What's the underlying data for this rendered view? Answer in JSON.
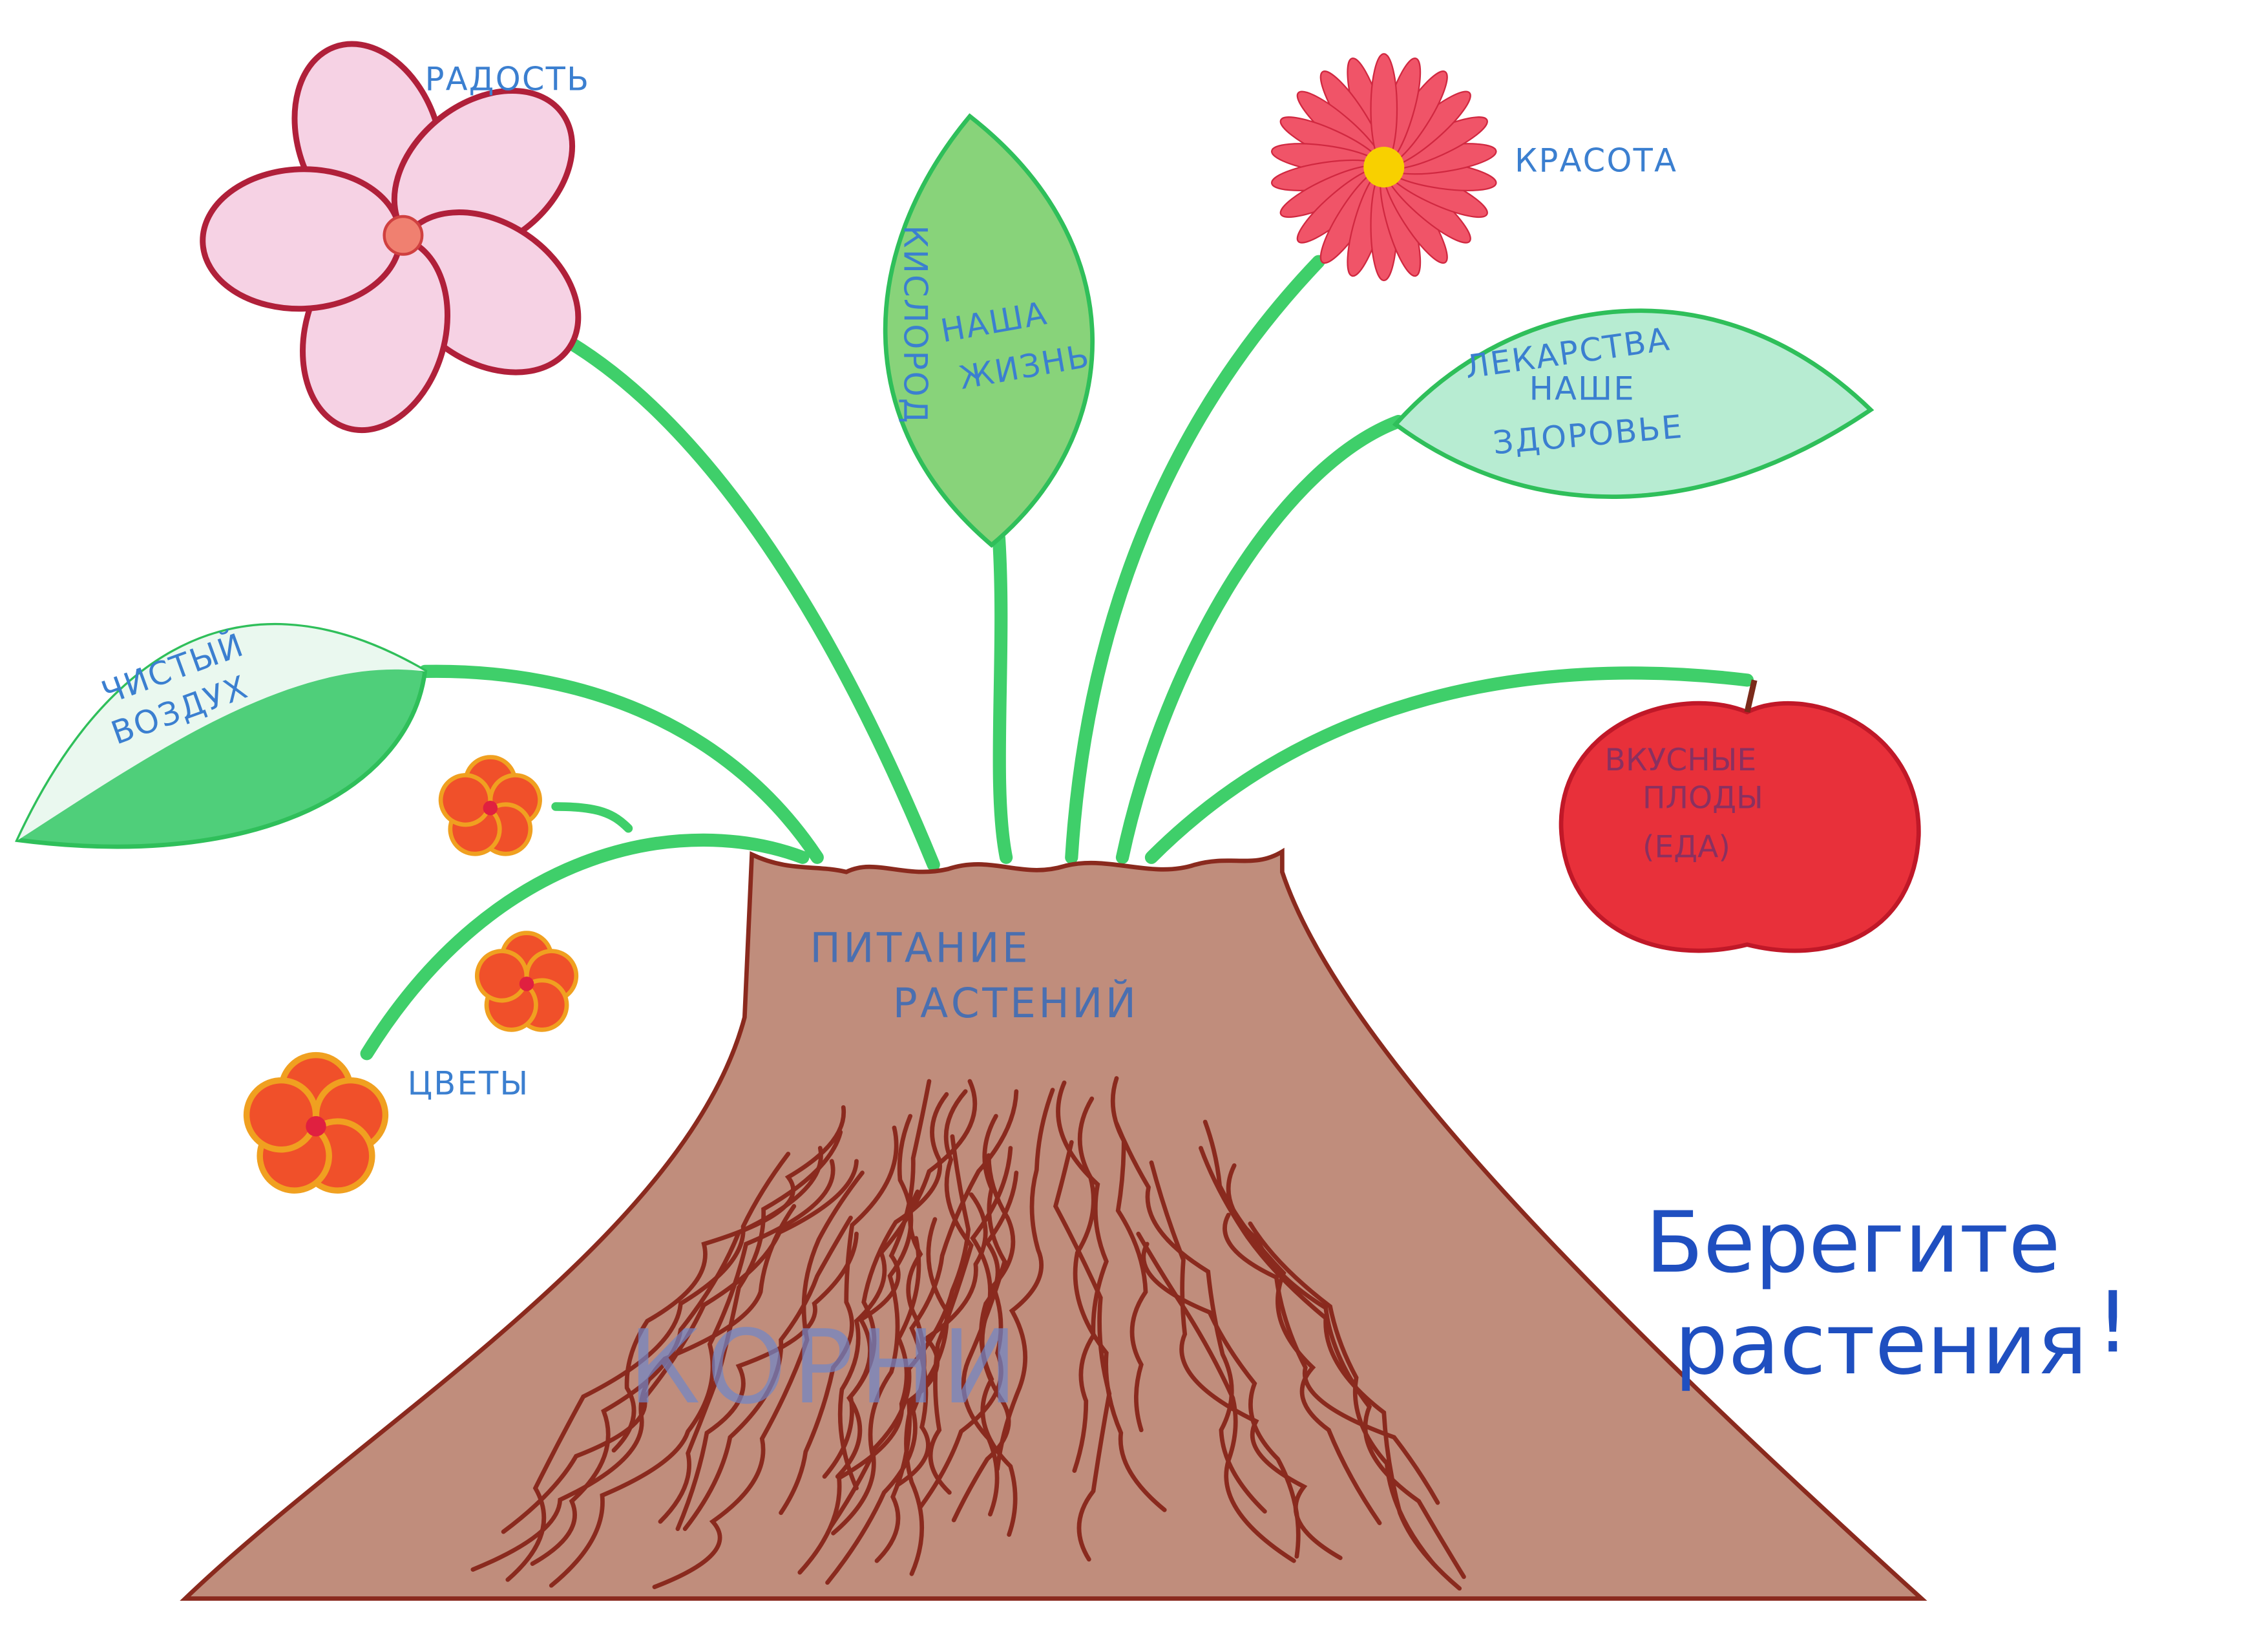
{
  "labels": {
    "joy": "РАДОСТЬ",
    "beauty": "КРАСОТА",
    "oxygen": "КИСЛОРОД",
    "our_life_1": "НАША",
    "our_life_2": "ЖИЗНЬ",
    "medicine": "ЛЕКАРСТВА",
    "health_1": "НАШЕ",
    "health_2": "ЗДОРОВЬЕ",
    "clean_air_1": "ЧИСТЫЙ",
    "clean_air_2": "ВОЗДУХ",
    "flowers": "ЦВЕТЫ",
    "fruits_1": "ВКУСНЫЕ",
    "fruits_2": "ПЛОДЫ",
    "fruits_3": "(ЕДА)",
    "nutrition_1": "ПИТАНИЕ",
    "nutrition_2": "РАСТЕНИЙ",
    "roots": "КОРНИ"
  },
  "slogan": {
    "line1": "Берегите",
    "line2": "растения",
    "mark": "!"
  },
  "colors": {
    "stem": "#3fcf6a",
    "trunk": "#b8806e",
    "root": "#8a2a1e",
    "text": "#3b7fd0"
  }
}
